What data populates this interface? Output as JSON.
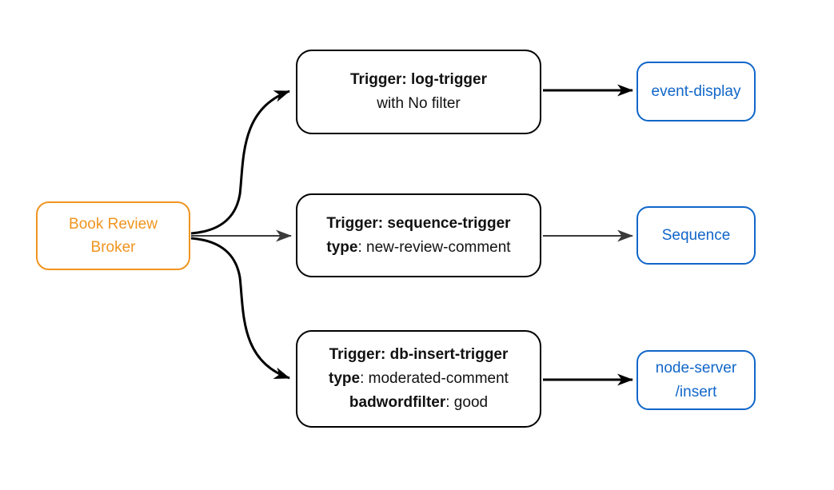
{
  "colors": {
    "orange": "#F0941F",
    "blue": "#1166C9",
    "black": "#000000",
    "gray_arrow": "#3A3A3A",
    "background": "#FFFFFF"
  },
  "broker": {
    "label": "Book Review Broker"
  },
  "triggers": [
    {
      "title": "Trigger: log-trigger",
      "line2": {
        "bold": "",
        "rest": "with No filter"
      }
    },
    {
      "title": "Trigger: sequence-trigger",
      "line2": {
        "bold": "type",
        "rest": ": new-review-comment"
      }
    },
    {
      "title": "Trigger: db-insert-trigger",
      "line2": {
        "bold": "type",
        "rest": ": moderated-comment"
      },
      "line3": {
        "bold": "badwordfilter",
        "rest": ": good"
      }
    }
  ],
  "sinks": [
    {
      "lines": [
        "event-display"
      ]
    },
    {
      "lines": [
        "Sequence"
      ]
    },
    {
      "lines": [
        "node-server",
        "/insert"
      ]
    }
  ],
  "edges": [
    {
      "from": "broker",
      "to": "log-trigger",
      "color": "#000000"
    },
    {
      "from": "broker",
      "to": "sequence-trigger",
      "color": "#3A3A3A"
    },
    {
      "from": "broker",
      "to": "db-insert-trigger",
      "color": "#000000"
    },
    {
      "from": "log-trigger",
      "to": "event-display",
      "color": "#000000"
    },
    {
      "from": "sequence-trigger",
      "to": "Sequence",
      "color": "#3A3A3A"
    },
    {
      "from": "db-insert-trigger",
      "to": "node-server/insert",
      "color": "#000000"
    }
  ]
}
